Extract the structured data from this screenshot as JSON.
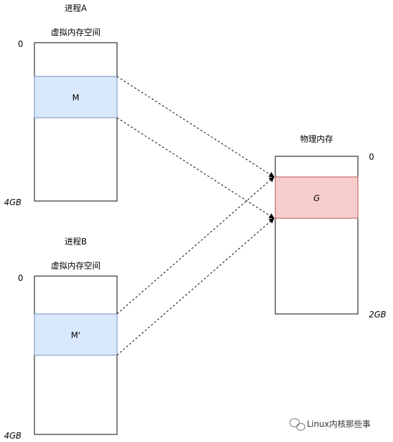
{
  "process_a": {
    "title": "进程A",
    "space_label": "虚拟内存空间",
    "start": "0",
    "end": "4GB",
    "region": {
      "label": "M",
      "fill": "#dae8fc",
      "stroke": "#6c8ebf"
    }
  },
  "process_b": {
    "title": "进程B",
    "space_label": "虚拟内存空间",
    "start": "0",
    "end": "4GB",
    "region": {
      "label": "M'",
      "fill": "#dae8fc",
      "stroke": "#6c8ebf"
    }
  },
  "physical": {
    "title": "物理内存",
    "start": "0",
    "end": "2GB",
    "region": {
      "label": "G",
      "fill": "#f8cecc",
      "stroke": "#b85450"
    }
  },
  "watermark": {
    "text": "Linux内核那些事",
    "icon": "wechat-icon"
  },
  "colors": {
    "line": "#000000",
    "background": "#ffffff"
  }
}
